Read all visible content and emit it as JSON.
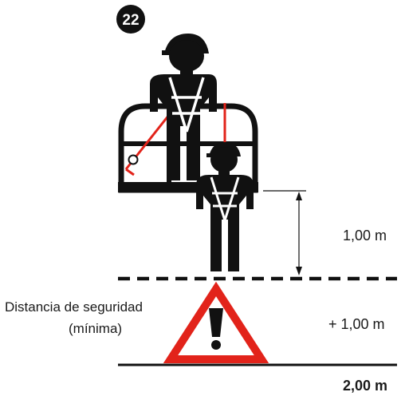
{
  "figure": {
    "badge_number": "22",
    "distance_label_line1": "Distancia de seguridad",
    "distance_label_line2": "(mínima)",
    "height_label": "1,00 m",
    "safety_margin_label": "+ 1,00 m",
    "total_label": "2,00 m",
    "colors": {
      "figure": "#111111",
      "harness": "#ffffff",
      "lanyard": "#e2231a",
      "warning_border": "#e2231a",
      "warning_fill": "#ffffff"
    },
    "icons": [
      "worker-in-harness-icon",
      "aerial-work-platform-icon",
      "warning-triangle-icon",
      "exclamation-icon"
    ]
  }
}
